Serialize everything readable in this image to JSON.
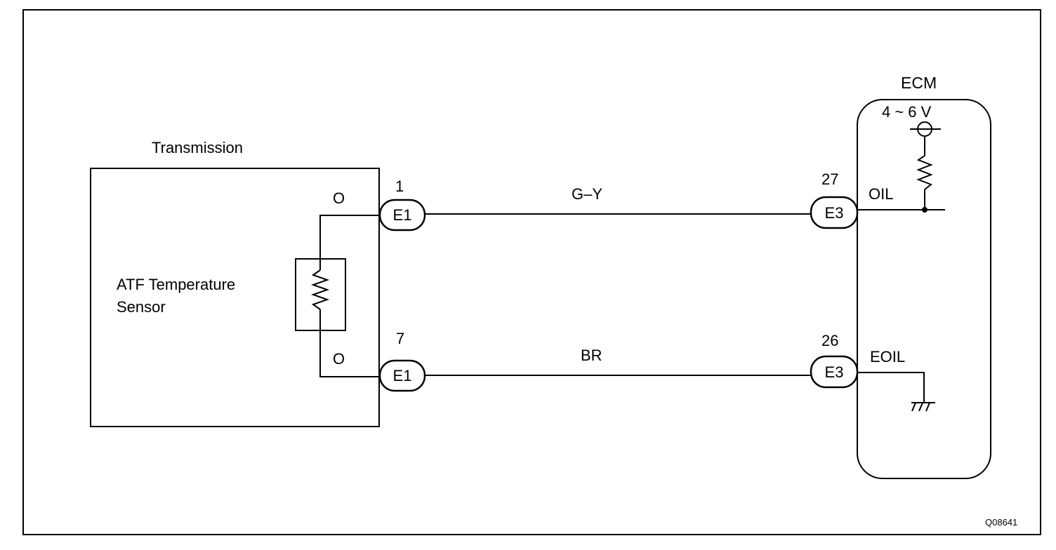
{
  "transmission": {
    "title": "Transmission",
    "sensor_line1": "ATF Temperature",
    "sensor_line2": "Sensor",
    "terminal_top_mark": "O",
    "terminal_bottom_mark": "O"
  },
  "connectors_left": {
    "top": {
      "pin": "1",
      "label": "E1"
    },
    "bottom": {
      "pin": "7",
      "label": "E1"
    }
  },
  "wires": {
    "top": "G–Y",
    "bottom": "BR"
  },
  "connectors_right": {
    "top": {
      "pin": "27",
      "label": "E3"
    },
    "bottom": {
      "pin": "26",
      "label": "E3"
    }
  },
  "ecm": {
    "title": "ECM",
    "voltage": "4 ~ 6 V",
    "terminal_top": "OIL",
    "terminal_bottom": "EOIL"
  },
  "figure_code": "Q08641"
}
